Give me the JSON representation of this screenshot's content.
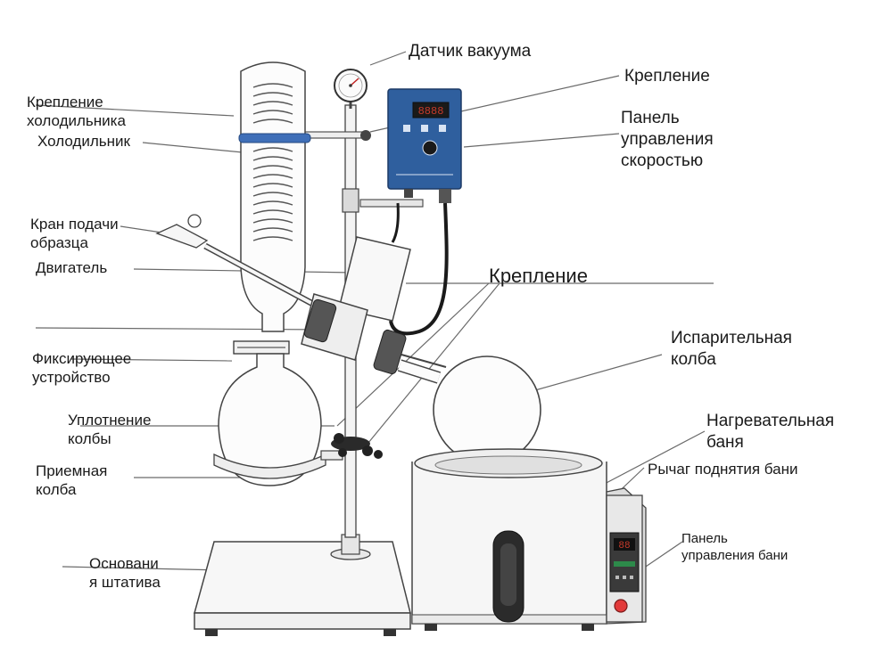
{
  "labels": {
    "vacuum_sensor": "Датчик вакуума",
    "mount_top": "Крепление",
    "condenser_mount": "Крепление\nхолодильника",
    "condenser": "Холодильник",
    "speed_panel": "Панель\nуправления\nскоростью",
    "sample_valve": "Кран подачи\nобразца",
    "motor": "Двигатель",
    "mount_middle": "Крепление",
    "evap_flask": "Испарительная\nколба",
    "clamp_device": "Фиксирующее\nустройство",
    "flask_seal": "Уплотнение\nколбы",
    "heating_bath": "Нагревательная\nбаня",
    "bath_lift_lever": "Рычаг поднятия бани",
    "receiving_flask": "Приемная\nколба",
    "stand_base": "Основани\nя штатива",
    "bath_panel": "Панель\nуправления бани"
  },
  "display": {
    "speed_readout": "8888",
    "bath_readout": "88"
  },
  "colors": {
    "panel_blue": "#2f5f9e",
    "display_red": "#c63a2a",
    "bath_button": "#e23a3a",
    "clamp_blue": "#3f6fb8",
    "line": "#555555"
  }
}
